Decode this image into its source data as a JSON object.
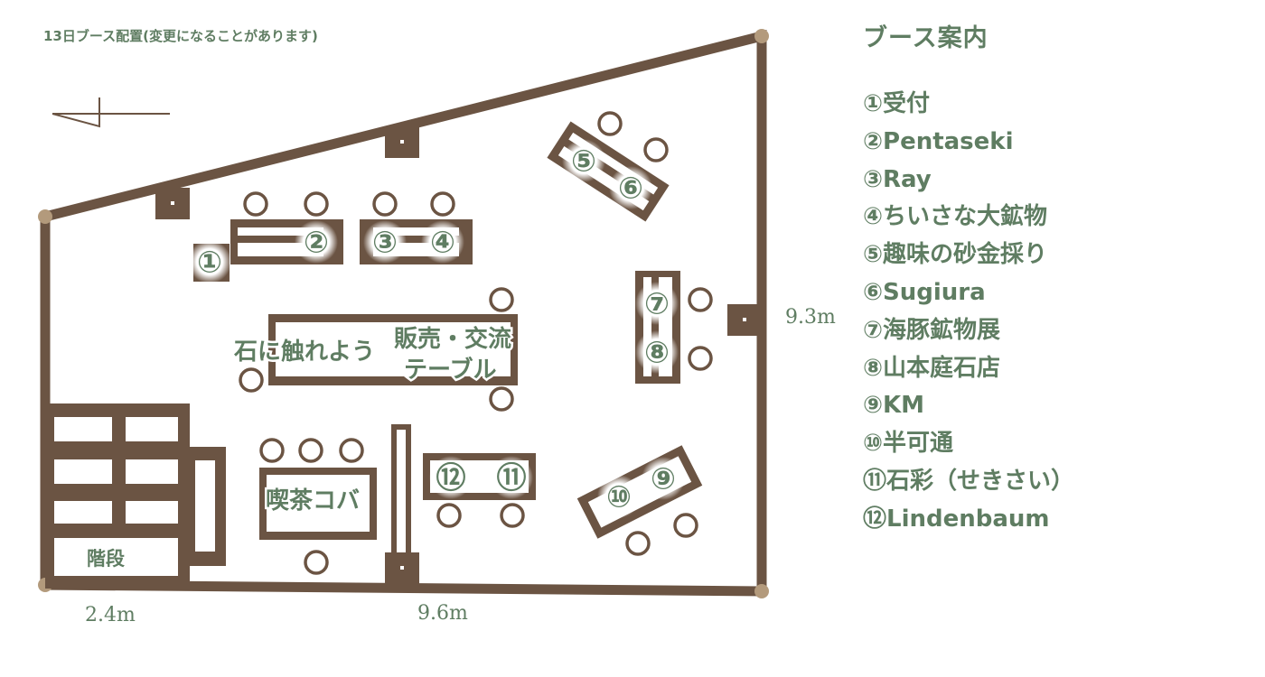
{
  "header": {
    "title": "13日ブース配置(変更になることがあります)"
  },
  "legend": {
    "title": "ブース案内",
    "items": [
      "①受付",
      "②Pentaseki",
      "③Ray",
      "④ちいさな大鉱物",
      "⑤趣味の砂金採り",
      "⑥Sugiura",
      "⑦海豚鉱物展",
      "⑧山本庭石店",
      "⑨KM",
      "⑩半可通",
      "⑪石彩（せきさい）",
      "⑫Lindenbaum"
    ]
  },
  "map": {
    "dimensions": {
      "right": "9.3m",
      "bottom_left": "2.4m",
      "bottom": "9.6m"
    },
    "labels": {
      "stairs": "階段",
      "touch_stone": "石に触れよう",
      "sales_line1": "販売・交流",
      "sales_line2": "テーブル",
      "cafe": "喫茶コバ"
    },
    "booths": {
      "b1": "①",
      "b2": "②",
      "b3": "③",
      "b4": "④",
      "b5": "⑤",
      "b6": "⑥",
      "b7": "⑦",
      "b8": "⑧",
      "b9": "⑨",
      "b10": "⑩",
      "b11": "⑪",
      "b12": "⑫"
    }
  },
  "colors": {
    "wall": "#6b5443",
    "text": "#5f7d62",
    "corner": "#b39a7c"
  }
}
